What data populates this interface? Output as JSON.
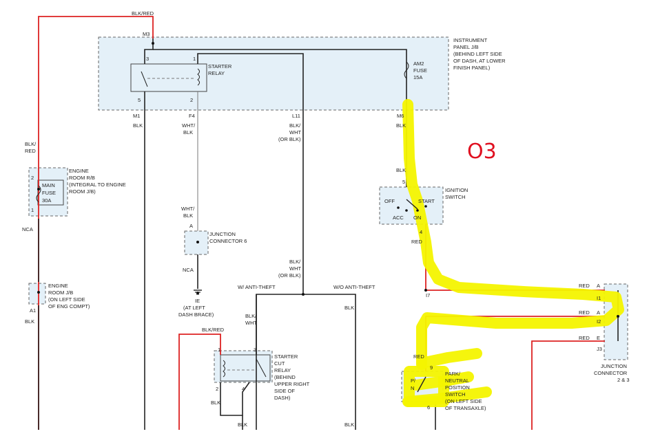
{
  "handwritten_note": "O3",
  "wires": {
    "top": "BLK/RED",
    "blk_red_left": [
      "BLK/",
      "RED"
    ],
    "nca_left": "NCA",
    "blk_a1": "BLK",
    "m1_blk": "BLK",
    "f4_wht_blk": [
      "WHT/",
      "BLK"
    ],
    "f4_wht_blk_2": [
      "WHT/",
      "BLK"
    ],
    "nca_mid": "NCA",
    "l11_color": [
      "BLK/",
      "WHT",
      "(OR BLK)"
    ],
    "l11_color_2": [
      "BLK/",
      "WHT",
      "(OR BLK)"
    ],
    "w_anti_theft": "W/ ANTI-THEFT",
    "wo_anti_theft": "W/O ANTI-THEFT",
    "blk_wo": "BLK",
    "blk_wht": [
      "BLK/",
      "WHT"
    ],
    "blk_red_cut": "BLK/RED",
    "blk_pin2": "BLK",
    "blk_pin4": "BLK",
    "blk_bottom_right": "BLK",
    "m6_blk": "BLK",
    "blk_ign": "BLK",
    "red_ign": "RED",
    "red_jc1": "RED",
    "red_jc2": "RED",
    "red_jc3": "RED",
    "red_pnp": "RED"
  },
  "instrument_panel": {
    "label": [
      "INSTRUMENT",
      "PANEL J/B",
      "(BEHIND LEFT SIDE",
      "OF DASH, AT LOWER",
      "FINISH PANEL)"
    ],
    "connectors": {
      "m3": "M3",
      "m1": "M1",
      "f4": "F4",
      "l11": "L11",
      "m6": "M6"
    },
    "starter_relay": {
      "label": [
        "STARTER",
        "RELAY"
      ],
      "pins": {
        "p1": "1",
        "p2": "2",
        "p3": "3",
        "p5": "5"
      }
    },
    "am2_fuse": {
      "label": [
        "AM2",
        "FUSE",
        "15A"
      ]
    }
  },
  "engine_room_rb": {
    "label": [
      "ENGINE",
      "ROOM R/B",
      "(INTEGRAL TO ENGINE",
      "ROOM J/B)"
    ],
    "fuse": [
      "MAIN",
      "FUSE",
      "30A"
    ],
    "pins": {
      "p1": "1",
      "p2": "2"
    }
  },
  "engine_room_jb": {
    "label": [
      "ENGINE",
      "ROOM J/B",
      "(ON LEFT SIDE",
      "OF ENG COMPT)"
    ],
    "pin": "A1"
  },
  "junction_connector_6": {
    "label": [
      "JUNCTION",
      "CONNECTOR 6"
    ],
    "pin": "A"
  },
  "ground": {
    "code": "IE",
    "label": [
      "(AT LEFT",
      "DASH BRACE)"
    ]
  },
  "ignition_switch": {
    "label": [
      "IGNITION",
      "SWITCH"
    ],
    "positions": {
      "off": "OFF",
      "acc": "ACC",
      "on": "ON",
      "start": "START"
    },
    "pins": {
      "p5": "5",
      "p4": "4"
    }
  },
  "i7_label": "I7",
  "junction_connector_23": {
    "label": [
      "JUNCTION",
      "CONNECTOR",
      "2 & 3"
    ],
    "pins": {
      "a1": "A",
      "a2": "A",
      "e": "E"
    },
    "codes": {
      "i1": "I1",
      "i2": "I2",
      "j3": "J3"
    }
  },
  "starter_cut_relay": {
    "label": [
      "STARTER",
      "CUT",
      "RELAY",
      "(BEHIND",
      "UPPER RIGHT",
      "SIDE OF",
      "DASH)"
    ],
    "pins": {
      "p1": "1",
      "p2": "2",
      "p3": "3",
      "p4": "4"
    }
  },
  "park_neutral_switch": {
    "label": [
      "PARK/",
      "NEUTRAL",
      "POSITION",
      "SWITCH",
      "(ON LEFT SIDE",
      "OF TRANSAXLE)"
    ],
    "positions": {
      "p": "P/",
      "n": "N"
    },
    "pins": {
      "p9": "9",
      "p6": "6"
    }
  }
}
